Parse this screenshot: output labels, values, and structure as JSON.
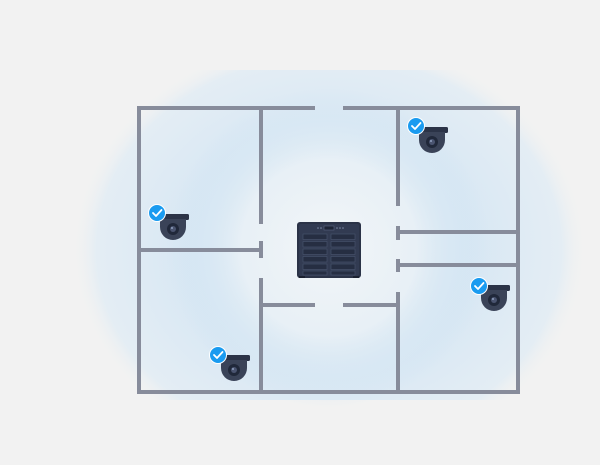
{
  "colors": {
    "background": "#f2f2f2",
    "wall": "#878c9b",
    "coverage": "#bcdcf2",
    "device": "#2b3347",
    "check_badge": "#1a9bf0"
  },
  "icons": {
    "center": "nas-server-icon",
    "cameras": "dome-camera-icon",
    "badge": "checkmark-badge-icon"
  },
  "cameras": [
    {
      "id": "camera-top-right",
      "connected": true
    },
    {
      "id": "camera-left",
      "connected": true
    },
    {
      "id": "camera-right",
      "connected": true
    },
    {
      "id": "camera-bottom-left",
      "connected": true
    }
  ]
}
